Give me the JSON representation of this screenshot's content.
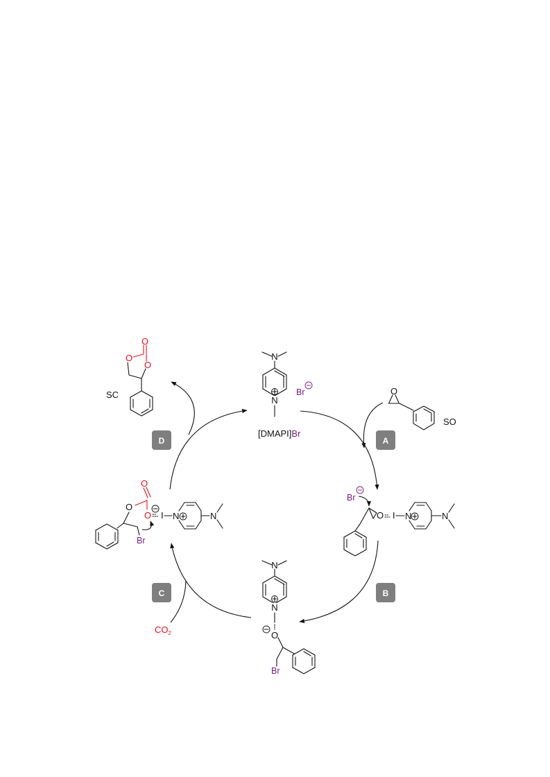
{
  "cycle": {
    "catalyst_label_main": "[DMAPI]",
    "catalyst_label_br": "Br",
    "counter_ion": "Br",
    "steps": [
      "A",
      "B",
      "C",
      "D"
    ]
  },
  "species": {
    "so_label": "SO",
    "sc_label": "SC",
    "co2_main": "CO",
    "co2_sub": "2"
  },
  "atoms": {
    "n": "N",
    "i": "I",
    "o": "O",
    "br": "Br",
    "plus": "+",
    "minus": "−"
  },
  "colors": {
    "product_red": "#e8101a",
    "bromide_purple": "#7b1a7e",
    "step_box_gray": "#7f7f7f"
  }
}
